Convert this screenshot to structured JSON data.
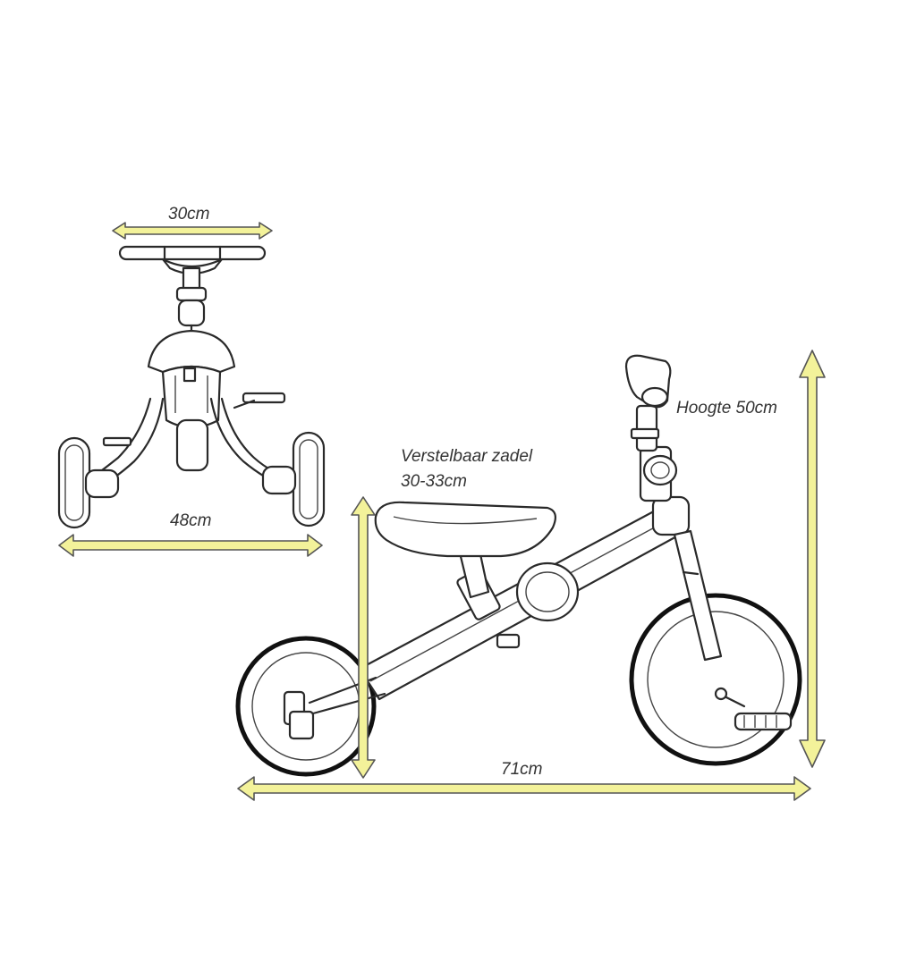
{
  "colors": {
    "arrow_fill": "#f3f29a",
    "arrow_stroke": "#555555",
    "line": "#2a2a2a",
    "label": "#333333"
  },
  "labels": {
    "handlebar_width": "30cm",
    "wheelbase_width": "48cm",
    "seat_label_line1": "Verstelbaar zadel",
    "seat_label_line2": "30-33cm",
    "height": "Hoogte 50cm",
    "length": "71cm"
  },
  "icons": {
    "front_view": "trike-front-view-icon",
    "side_view": "balance-bike-side-view-icon"
  }
}
